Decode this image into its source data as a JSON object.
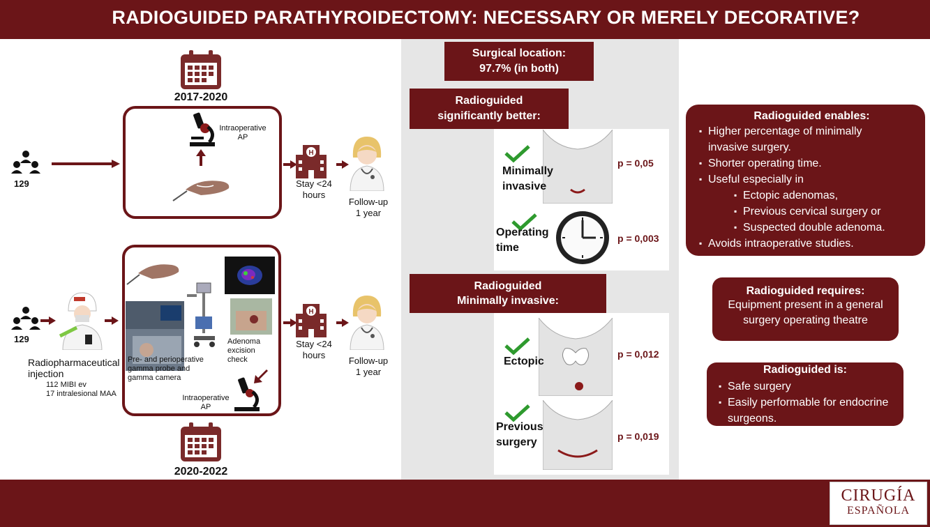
{
  "header": {
    "title": "RADIOGUIDED PARATHYROIDECTOMY: NECESSARY OR MERELY DECORATIVE?"
  },
  "top_flow": {
    "period": "2017-2020",
    "patients": "129",
    "ap_label": "Intraoperative AP",
    "stay": "Stay <24 hours",
    "followup": "Follow-up 1 year"
  },
  "bottom_flow": {
    "period": "2020-2022",
    "patients": "129",
    "injection_label": "Radiopharmaceutical injection",
    "injection_detail_1": "112 MIBI ev",
    "injection_detail_2": "17 intralesional MAA",
    "gamma_label": "Pre- and perioperative gamma probe and gamma camera",
    "adenoma_label": "Adenoma excision check",
    "ap_label": "Intraoperative AP",
    "stay": "Stay <24 hours",
    "followup": "Follow-up 1 year"
  },
  "middle": {
    "surgical_location_line1": "Surgical location:",
    "surgical_location_line2": "97.7% (in both)",
    "better_line1": "Radioguided",
    "better_line2": "significantly better:",
    "mi_line1": "Radioguided",
    "mi_line2": "Minimally invasive:",
    "results": [
      {
        "label1": "Minimally",
        "label2": "invasive",
        "p": "p = 0,05"
      },
      {
        "label1": "Operating",
        "label2": "time",
        "p": "p = 0,003"
      },
      {
        "label1": "Ectopic",
        "label2": "",
        "p": "p = 0,012"
      },
      {
        "label1": "Previous",
        "label2": "surgery",
        "p": "p = 0,019"
      }
    ]
  },
  "enables": {
    "title": "Radioguided enables:",
    "items": [
      "Higher percentage of minimally invasive surgery.",
      "Shorter operating time.",
      "Useful especially in"
    ],
    "sub_items": [
      "Ectopic adenomas,",
      "Previous cervical surgery or",
      "Suspected double adenoma."
    ],
    "last_item": "Avoids intraoperative studies."
  },
  "requires": {
    "title": "Radioguided requires:",
    "text": "Equipment present in a general surgery operating theatre"
  },
  "is": {
    "title": "Radioguided is:",
    "items": [
      "Safe surgery",
      "Easily performable for endocrine surgeons."
    ]
  },
  "logo": {
    "line1": "CIRUGÍA",
    "line2": "ESPAÑOLA"
  },
  "colors": {
    "maroon": "#6b1518",
    "check_green": "#2e9a2e",
    "panel_gray": "#e6e6e6"
  }
}
